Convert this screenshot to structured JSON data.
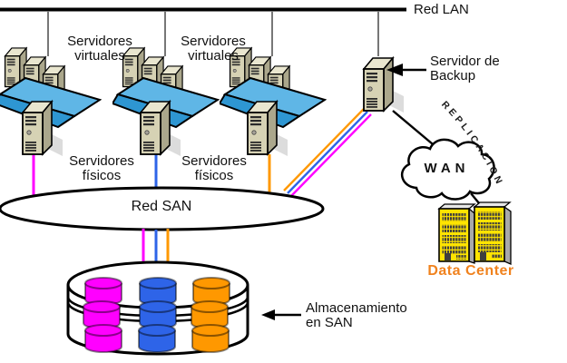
{
  "lan": {
    "label": "Red LAN"
  },
  "groups": {
    "virtual_label": {
      "line1": "Servidores",
      "line2": "virtuales"
    },
    "physical_label": {
      "line1": "Servidores",
      "line2": "físicos"
    }
  },
  "backup": {
    "line1": "Servidor de",
    "line2": "Backup"
  },
  "replication": {
    "label": "REPLICACION"
  },
  "wan": {
    "label": "WAN"
  },
  "datacenter": {
    "label": "Data Center"
  },
  "san": {
    "label": "Red SAN"
  },
  "storage": {
    "line1": "Almacenamiento",
    "line2": "en SAN"
  },
  "storage_disks": {
    "columns": [
      "magenta",
      "blue",
      "orange"
    ],
    "rows": 3
  },
  "colors": {
    "fabric_magenta": "#FF00FF",
    "fabric_blue": "#2E64E8",
    "fabric_orange": "#FF9800",
    "platform_blue": "#5FB6E6",
    "platform_blue_dark": "#2E96D2",
    "server_body": "#D6D2B4",
    "building_yellow": "#FFE400",
    "datacenter_text": "#F0821E"
  }
}
